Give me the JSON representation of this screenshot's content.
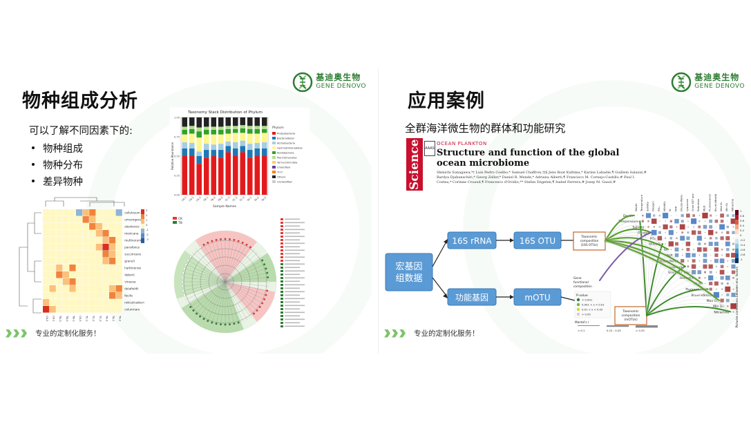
{
  "left_slide": {
    "title": "物种组成分析",
    "intro": "可以了解不同因素下的:",
    "bullets": [
      "物种组成",
      "物种分布",
      "差异物种"
    ],
    "footer": "专业的定制化服务！",
    "logo": {
      "cn": "基迪奥生物",
      "en": "GENE DENOVO",
      "color": "#2e7d32"
    },
    "bar_chart": {
      "title": "Taxonomy Stack Distribution of Phylum",
      "xlabel": "Sample Names",
      "ylabel": "Relative Abundance",
      "legend_title": "Phylum",
      "legend": [
        "Proteobacteria",
        "Bacteroidetes",
        "Actinobacteria",
        "Gemmatimonadetes",
        "Acidobacteria",
        "Planctomycetes",
        "Verrucomicrobia",
        "Chloroflexi",
        "Tm7",
        "Others",
        "Unclassified"
      ],
      "colors": [
        "#e31a1c",
        "#1f78b4",
        "#a6cee3",
        "#fff68f",
        "#33a02c",
        "#b2df8a",
        "#ffcc66",
        "#6a3d9a",
        "#ff7f00",
        "#222222",
        "#cccccc"
      ]
    },
    "chart_data": {
      "type": "bar",
      "stacked": true,
      "categories": [
        "CK-1",
        "CK-2",
        "CK-3",
        "TB-1",
        "TB-2",
        "TB-3",
        "TC-1",
        "TC-2",
        "TC-3",
        "TA-1",
        "TA-2",
        "TA-3"
      ],
      "series": [
        {
          "name": "Proteobacteria",
          "values": [
            0.5,
            0.5,
            0.4,
            0.48,
            0.5,
            0.48,
            0.55,
            0.5,
            0.55,
            0.48,
            0.5,
            0.5
          ]
        },
        {
          "name": "Bacteroidetes",
          "values": [
            0.1,
            0.1,
            0.1,
            0.1,
            0.08,
            0.1,
            0.08,
            0.1,
            0.08,
            0.1,
            0.1,
            0.1
          ]
        },
        {
          "name": "Actinobacteria",
          "values": [
            0.08,
            0.07,
            0.06,
            0.08,
            0.07,
            0.08,
            0.06,
            0.08,
            0.07,
            0.08,
            0.07,
            0.08
          ]
        },
        {
          "name": "Gemmatimonadetes",
          "values": [
            0.1,
            0.12,
            0.18,
            0.12,
            0.13,
            0.12,
            0.1,
            0.12,
            0.1,
            0.13,
            0.12,
            0.12
          ]
        },
        {
          "name": "Acidobacteria",
          "values": [
            0.06,
            0.06,
            0.08,
            0.06,
            0.06,
            0.06,
            0.06,
            0.05,
            0.06,
            0.06,
            0.06,
            0.05
          ]
        },
        {
          "name": "Planctomycetes",
          "values": [
            0.04,
            0.04,
            0.05,
            0.04,
            0.04,
            0.04,
            0.04,
            0.04,
            0.04,
            0.04,
            0.04,
            0.04
          ]
        },
        {
          "name": "Others",
          "values": [
            0.12,
            0.11,
            0.13,
            0.12,
            0.12,
            0.12,
            0.11,
            0.11,
            0.1,
            0.11,
            0.11,
            0.11
          ]
        }
      ],
      "ylim": [
        0,
        1
      ]
    },
    "heatmap": {
      "rows": [
        "cellulosum",
        "umsongensis",
        "alaskensis",
        "mexicana",
        "multivorum",
        "paradoxus",
        "succinicans",
        "granuli",
        "harbinensis",
        "deborii",
        "vinacea",
        "delafieldii",
        "facilis",
        "reticulicabieri",
        "columnare"
      ],
      "cols": [
        "CK-2",
        "CK-1",
        "TB-3",
        "TB-2",
        "TB-1",
        "CK-3",
        "TC-1",
        "TC-2",
        "TC-3",
        "TA-3",
        "TA-1",
        "TA-2"
      ],
      "scale": [
        "3",
        "2",
        "1",
        "0",
        "-1",
        "-2",
        "-3"
      ]
    },
    "cladogram": {
      "legend": [
        "CK",
        "TB"
      ],
      "colors": {
        "CK": "#e53935",
        "TB": "#2e7d32"
      }
    }
  },
  "right_slide": {
    "title": "应用案例",
    "subtitle": "全群海洋微生物的群体和功能研究",
    "footer": "专业的定制化服务！",
    "logo": {
      "cn": "基迪奥生物",
      "en": "GENE DENOVO",
      "color": "#2e7d32"
    },
    "paper": {
      "journal": "Science",
      "publisher": "AAAS",
      "kicker": "OCEAN PLANKTON",
      "title": "Structure and function of the global ocean microbiome",
      "authors": "Shinichi Sunagawa,*† Luis Pedro Coelho,* Samuel Chaffron,†‡§ Jens Roat Kultima,* Karine Labadie,¶ Guillem Salazar,# Bardya Djahanschiri,* Georg Zeller,* Daniel R. Mende,* Adriana Alberti,¶ Francisco M. Cornejo-Castillo,# Paul I. Costea,* Corinne Cruaud,¶ Francesco d'Ovidio,** Stefan Engelen,¶ Isabel Ferrera,# Josep M. Gasol,#"
    },
    "flow": {
      "source": "宏基因\n组数据",
      "nodes": [
        "16S rRNA",
        "16S OTU",
        "功能基因",
        "mOTU"
      ],
      "colors": {
        "box": "#5b9bd5",
        "border": "#3a78b8"
      }
    },
    "correlation": {
      "vars": [
        "Depth",
        "Temperature",
        "Salinity",
        "Oxygen",
        "PO₄",
        "NO₂NO₃",
        "Si",
        "PAR",
        "Okubo-Weiss",
        "Lyapunov",
        "Grad SST adv",
        "Retention",
        "MLD",
        "Fluorescence",
        "Brunt-Väisälä",
        "Max O₂",
        "Min O₂",
        "Nitracline"
      ],
      "left_labels": [
        "Taxonomic composition (16S OTUs)",
        "Gene functional composition",
        "Taxonomic composition (mOTUs)"
      ],
      "pvalue_title": "P-value",
      "pvalue_items": [
        "< 0.001",
        "0.001 < x < 0.01",
        "0.01 < x < 0.05",
        "> 0.05"
      ],
      "mantel": "Mantel's r",
      "mantel_ticks": [
        "< 0.1",
        "0.15 - 0.25",
        "> 0.25"
      ],
      "scale": [
        "1",
        "0.8",
        "0.6",
        "0.4",
        "0.2",
        "0",
        "-0.2",
        "-0.4",
        "-0.6",
        "-0.8",
        "-1"
      ],
      "side_label": "Pairwise correlations between env. factors"
    }
  }
}
